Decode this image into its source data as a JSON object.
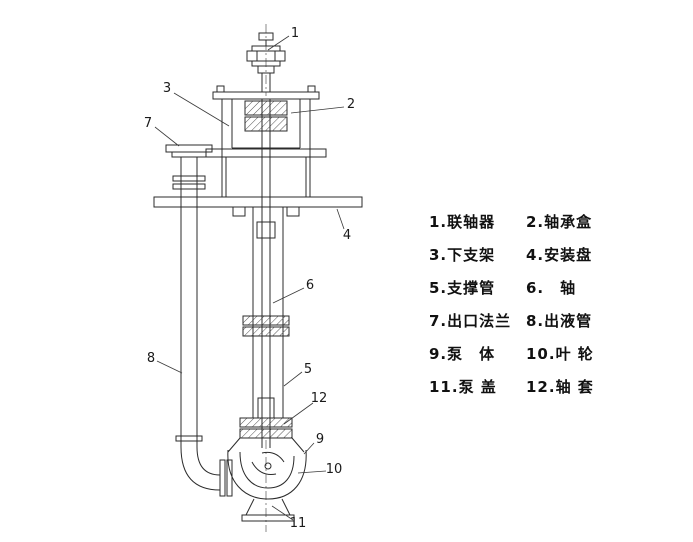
{
  "diagram": {
    "title": "vertical-sump-pump-structure-diagram",
    "callouts": [
      "1",
      "2",
      "3",
      "4",
      "5",
      "6",
      "7",
      "8",
      "9",
      "10",
      "11",
      "12"
    ]
  },
  "legend": {
    "items": [
      "1.联轴器",
      "2.轴承盒",
      "3.下支架",
      "4.安装盘",
      "5.支撑管",
      "6.　轴",
      "7.出口法兰",
      "8.出液管",
      "9.泵　体",
      "10.叶 轮",
      "11.泵 盖",
      "12.轴 套"
    ]
  }
}
